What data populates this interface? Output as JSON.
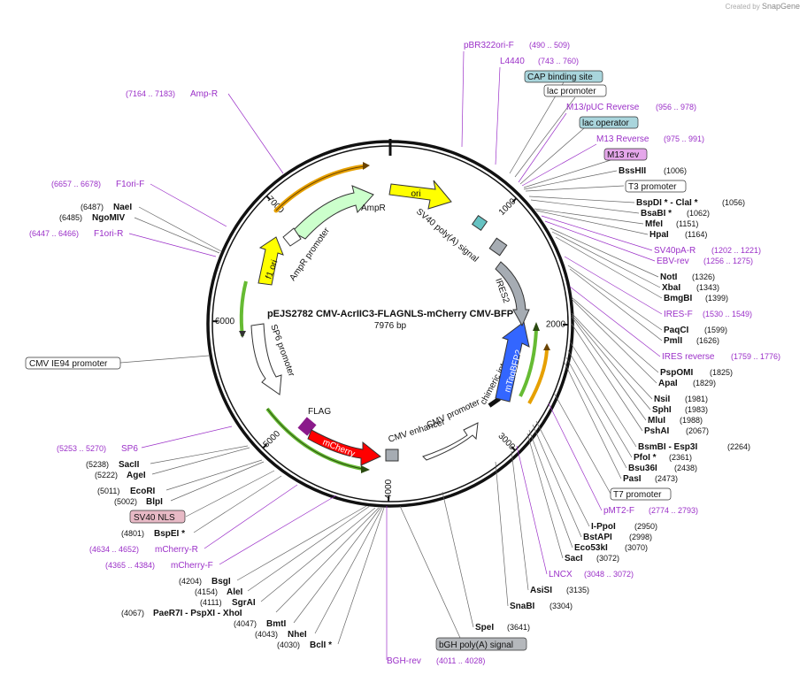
{
  "credit": {
    "prefix": "Created by",
    "brand": "SnapGene"
  },
  "plasmid": {
    "name": "pEJS2782 CMV-AcrIIC3-FLAGNLS-mCherry CMV-BFP",
    "length": "7976 bp",
    "total_bp": 7976
  },
  "ticks": [
    {
      "label": "1000",
      "bp": 1000
    },
    {
      "label": "2000",
      "bp": 2000
    },
    {
      "label": "3000",
      "bp": 3000
    },
    {
      "label": "4000",
      "bp": 4000
    },
    {
      "label": "5000",
      "bp": 5000
    },
    {
      "label": "6000",
      "bp": 6000
    },
    {
      "label": "7000",
      "bp": 7000
    }
  ],
  "features": [
    {
      "name": "ori",
      "color": "#ffff00",
      "label": "ori"
    },
    {
      "name": "sv40-polya",
      "color": "#ffffff",
      "label": "SV40 poly(A) signal"
    },
    {
      "name": "ires2",
      "color": "#a6acb3",
      "label": "IRES2"
    },
    {
      "name": "mtagbfp2",
      "color": "#3366ff",
      "label": "mTagBFP2"
    },
    {
      "name": "chimeric-intron",
      "color": "#ffffff",
      "label": "chimeric intron"
    },
    {
      "name": "cmv-promoter-1",
      "color": "#ffffff",
      "label": "CMV promoter"
    },
    {
      "name": "cmv-enhancer",
      "color": "#ffffff",
      "label": "CMV enhancer"
    },
    {
      "name": "mcherry",
      "color": "#ff0000",
      "label": "mCherry"
    },
    {
      "name": "flag",
      "color": "#8b1a8b",
      "label": "FLAG"
    },
    {
      "name": "sp6-promoter",
      "color": "#ffffff",
      "label": "SP6 promoter"
    },
    {
      "name": "f1-ori",
      "color": "#ffff00",
      "label": "f1 ori"
    },
    {
      "name": "ampr-promoter",
      "color": "#ffffff",
      "label": "AmpR promoter"
    },
    {
      "name": "ampr",
      "color": "#ccffcc",
      "label": "AmpR"
    }
  ],
  "sites": [
    {
      "name": "pBR322ori-F",
      "range": "(490 .. 509)",
      "style": "primer"
    },
    {
      "name": "L4440",
      "range": "(743 .. 760)",
      "style": "primer"
    },
    {
      "name": "CAP binding site",
      "range": "",
      "style": "box-teal"
    },
    {
      "name": "lac promoter",
      "range": "",
      "style": "box-white"
    },
    {
      "name": "M13/pUC Reverse",
      "range": "(956 .. 978)",
      "style": "primer"
    },
    {
      "name": "lac operator",
      "range": "",
      "style": "box-teal"
    },
    {
      "name": "M13 Reverse",
      "range": "(975 .. 991)",
      "style": "primer"
    },
    {
      "name": "M13 rev",
      "range": "",
      "style": "box-purple"
    },
    {
      "name": "BssHII",
      "range": "(1006)",
      "style": "enzyme"
    },
    {
      "name": "T3 promoter",
      "range": "",
      "style": "box-white"
    },
    {
      "name": "BspDI * - ClaI *",
      "range": "(1056)",
      "style": "enzyme"
    },
    {
      "name": "BsaBI *",
      "range": "(1062)",
      "style": "enzyme"
    },
    {
      "name": "MfeI",
      "range": "(1151)",
      "style": "enzyme"
    },
    {
      "name": "HpaI",
      "range": "(1164)",
      "style": "enzyme"
    },
    {
      "name": "SV40pA-R",
      "range": "(1202 .. 1221)",
      "style": "primer"
    },
    {
      "name": "EBV-rev",
      "range": "(1256 .. 1275)",
      "style": "primer"
    },
    {
      "name": "NotI",
      "range": "(1326)",
      "style": "enzyme"
    },
    {
      "name": "XbaI",
      "range": "(1343)",
      "style": "enzyme"
    },
    {
      "name": "BmgBI",
      "range": "(1399)",
      "style": "enzyme"
    },
    {
      "name": "IRES-F",
      "range": "(1530 .. 1549)",
      "style": "primer"
    },
    {
      "name": "PaqCI",
      "range": "(1599)",
      "style": "enzyme"
    },
    {
      "name": "PmlI",
      "range": "(1626)",
      "style": "enzyme"
    },
    {
      "name": "IRES reverse",
      "range": "(1759 .. 1776)",
      "style": "primer"
    },
    {
      "name": "PspOMI",
      "range": "(1825)",
      "style": "enzyme"
    },
    {
      "name": "ApaI",
      "range": "(1829)",
      "style": "enzyme"
    },
    {
      "name": "NsiI",
      "range": "(1981)",
      "style": "enzyme"
    },
    {
      "name": "SphI",
      "range": "(1983)",
      "style": "enzyme"
    },
    {
      "name": "MluI",
      "range": "(1988)",
      "style": "enzyme"
    },
    {
      "name": "PshAI",
      "range": "(2067)",
      "style": "enzyme"
    },
    {
      "name": "BsmBI - Esp3I",
      "range": "(2264)",
      "style": "enzyme"
    },
    {
      "name": "PfoI *",
      "range": "(2361)",
      "style": "enzyme"
    },
    {
      "name": "Bsu36I",
      "range": "(2438)",
      "style": "enzyme"
    },
    {
      "name": "PasI",
      "range": "(2473)",
      "style": "enzyme"
    },
    {
      "name": "T7 promoter",
      "range": "",
      "style": "box-white"
    },
    {
      "name": "pMT2-F",
      "range": "(2774 .. 2793)",
      "style": "primer"
    },
    {
      "name": "I-PpoI",
      "range": "(2950)",
      "style": "enzyme"
    },
    {
      "name": "BstAPI",
      "range": "(2998)",
      "style": "enzyme"
    },
    {
      "name": "Eco53kI",
      "range": "(3070)",
      "style": "enzyme"
    },
    {
      "name": "SacI",
      "range": "(3072)",
      "style": "enzyme"
    },
    {
      "name": "LNCX",
      "range": "(3048 .. 3072)",
      "style": "primer"
    },
    {
      "name": "AsiSI",
      "range": "(3135)",
      "style": "enzyme"
    },
    {
      "name": "SnaBI",
      "range": "(3304)",
      "style": "enzyme"
    },
    {
      "name": "SpeI",
      "range": "(3641)",
      "style": "enzyme"
    },
    {
      "name": "bGH poly(A) signal",
      "range": "",
      "style": "box-gray"
    },
    {
      "name": "BGH-rev",
      "range": "(4011 .. 4028)",
      "style": "primer"
    },
    {
      "name": "BclI *",
      "range": "(4030)",
      "style": "enzyme"
    },
    {
      "name": "NheI",
      "range": "(4043)",
      "style": "enzyme"
    },
    {
      "name": "BmtI",
      "range": "(4047)",
      "style": "enzyme"
    },
    {
      "name": "PaeR7I - PspXI - XhoI",
      "range": "(4067)",
      "style": "enzyme"
    },
    {
      "name": "SgrAI",
      "range": "(4111)",
      "style": "enzyme"
    },
    {
      "name": "AleI",
      "range": "(4154)",
      "style": "enzyme"
    },
    {
      "name": "BsgI",
      "range": "(4204)",
      "style": "enzyme"
    },
    {
      "name": "mCherry-F",
      "range": "(4365 .. 4384)",
      "style": "primer"
    },
    {
      "name": "mCherry-R",
      "range": "(4634 .. 4652)",
      "style": "primer"
    },
    {
      "name": "BspEI *",
      "range": "(4801)",
      "style": "enzyme"
    },
    {
      "name": "SV40 NLS",
      "range": "",
      "style": "box-pink"
    },
    {
      "name": "BlpI",
      "range": "(5002)",
      "style": "enzyme"
    },
    {
      "name": "EcoRI",
      "range": "(5011)",
      "style": "enzyme"
    },
    {
      "name": "AgeI",
      "range": "(5222)",
      "style": "enzyme"
    },
    {
      "name": "SacII",
      "range": "(5238)",
      "style": "enzyme"
    },
    {
      "name": "SP6",
      "range": "(5253 .. 5270)",
      "style": "primer"
    },
    {
      "name": "CMV IE94 promoter",
      "range": "",
      "style": "box-white"
    },
    {
      "name": "F1ori-R",
      "range": "(6447 .. 6466)",
      "style": "primer"
    },
    {
      "name": "NgoMIV",
      "range": "(6485)",
      "style": "enzyme"
    },
    {
      "name": "NaeI",
      "range": "(6487)",
      "style": "enzyme"
    },
    {
      "name": "F1ori-F",
      "range": "(6657 .. 6678)",
      "style": "primer"
    },
    {
      "name": "Amp-R",
      "range": "(7164 .. 7183)",
      "style": "primer"
    }
  ]
}
